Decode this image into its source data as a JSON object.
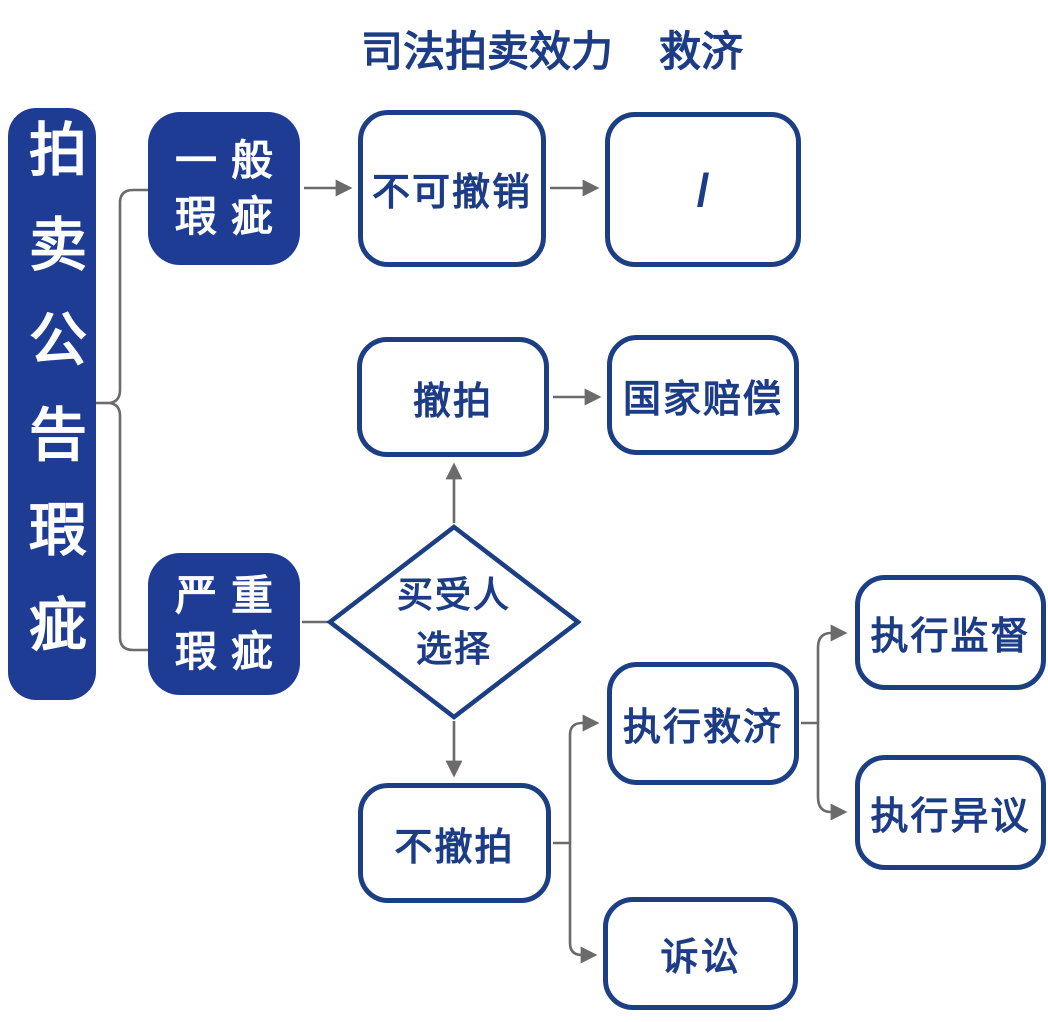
{
  "title": {
    "validity": "司法拍卖效力",
    "remedy": "救济"
  },
  "nodes": {
    "root": {
      "label": "拍卖公告瑕疵"
    },
    "general_defect": {
      "line1": "一般",
      "line2": "瑕疵"
    },
    "irrevocable": {
      "label": "不可撤销"
    },
    "no_remedy": {
      "label": "/"
    },
    "withdraw_auction": {
      "label": "撤拍"
    },
    "state_compensation": {
      "label": "国家赔偿"
    },
    "serious_defect": {
      "line1": "严重",
      "line2": "瑕疵"
    },
    "buyer_choice": {
      "line1": "买受人",
      "line2": "选择"
    },
    "no_withdraw": {
      "label": "不撤拍"
    },
    "execution_remedy": {
      "label": "执行救济"
    },
    "execution_supervision": {
      "label": "执行监督"
    },
    "execution_objection": {
      "label": "执行异议"
    },
    "litigation": {
      "label": "诉讼"
    }
  },
  "colors": {
    "navy_fill": "#1e3c94",
    "navy_border": "#1b3e85",
    "navy_text": "#1d3c86",
    "connector_gray": "#6b6b6b",
    "background": "#ffffff"
  }
}
